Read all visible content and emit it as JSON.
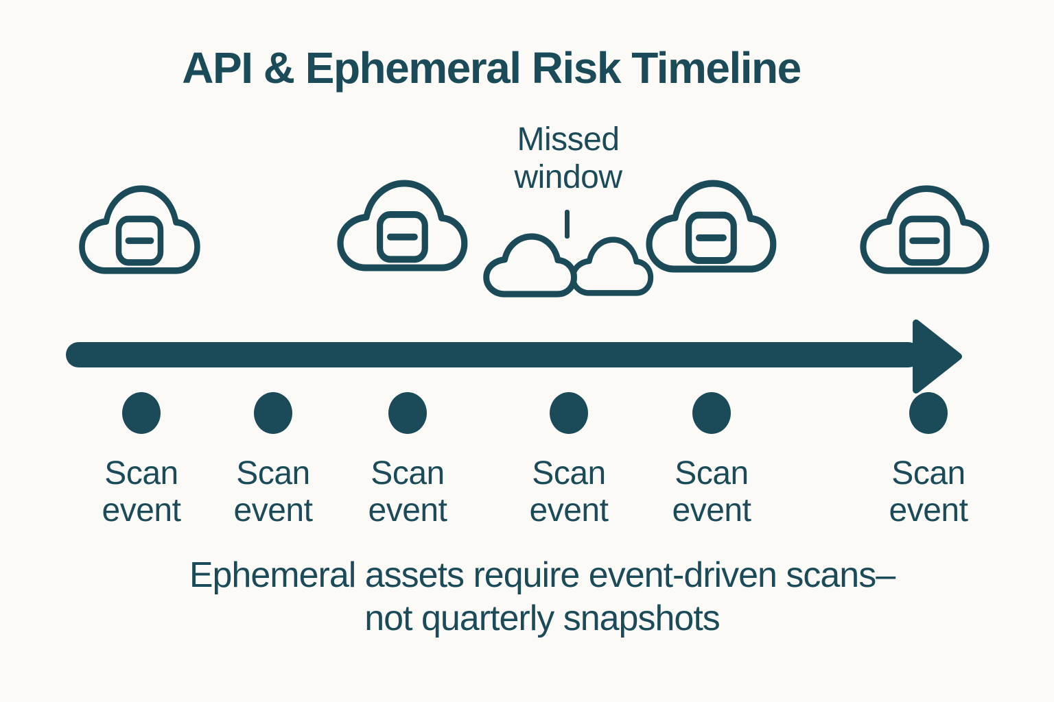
{
  "title": "API & Ephemeral Risk Timeline",
  "missed_window": {
    "line1": "Missed",
    "line2": "window"
  },
  "timeline": {
    "events": [
      {
        "line1": "Scan",
        "line2": "event"
      },
      {
        "line1": "Scan",
        "line2": "event"
      },
      {
        "line1": "Scan",
        "line2": "event"
      },
      {
        "line1": "Scan",
        "line2": "event"
      },
      {
        "line1": "Scan",
        "line2": "event"
      },
      {
        "line1": "Scan",
        "line2": "event"
      }
    ]
  },
  "caption": {
    "line1": "Ephemeral assets require event-driven scans–",
    "line2": "not quarterly snapshots"
  },
  "icons": {
    "asset_cloud": "cloud-with-minus-box-icon",
    "ephemeral_cloud": "plain-cloud-icon",
    "timeline_arrow": "right-arrow-icon"
  },
  "colors": {
    "ink": "#1b4b59",
    "background": "#fbfaf7"
  }
}
